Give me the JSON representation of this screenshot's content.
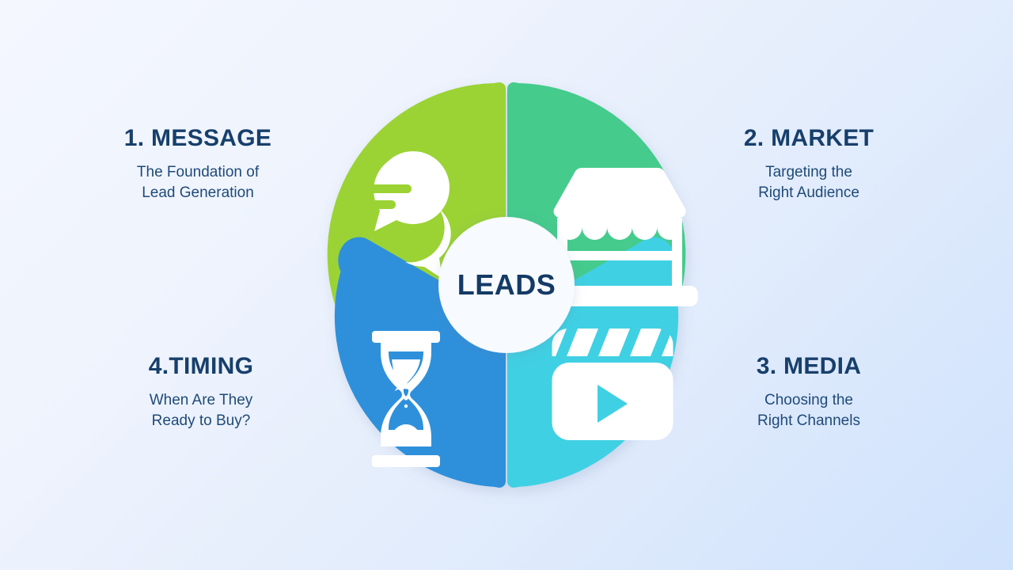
{
  "diagram": {
    "center_label": "LEADS",
    "background": {
      "from": "#F4F7FE",
      "to": "#CFE2FC"
    },
    "segments": [
      {
        "id": "message",
        "number": "1.",
        "title": "1. MESSAGE",
        "description": "The Foundation of\nLead Generation",
        "description_line1": "The Foundation of",
        "description_line2": "Lead Generation",
        "color": "#9BD334",
        "icon": "chat-bubbles-icon",
        "position": "top-left"
      },
      {
        "id": "market",
        "number": "2.",
        "title": "2. MARKET",
        "description": "Targeting the\nRight Audience",
        "description_line1": "Targeting the",
        "description_line2": "Right Audience",
        "color": "#44CB8C",
        "icon": "storefront-icon",
        "position": "top-right"
      },
      {
        "id": "media",
        "number": "3.",
        "title": "3. MEDIA",
        "description": "Choosing the\nRight Channels",
        "description_line1": "Choosing the",
        "description_line2": "Right Channels",
        "color": "#3FD0E3",
        "icon": "clapperboard-play-icon",
        "position": "bottom-right"
      },
      {
        "id": "timing",
        "number": "4.",
        "title": "4.TIMING",
        "description": "When Are They\nReady to Buy?",
        "description_line1": "When Are They",
        "description_line2": "Ready to Buy?",
        "color": "#2E90DB",
        "icon": "hourglass-icon",
        "position": "bottom-left"
      }
    ],
    "text_color": "#173F6B",
    "hub_color": "#F7FAFE"
  }
}
